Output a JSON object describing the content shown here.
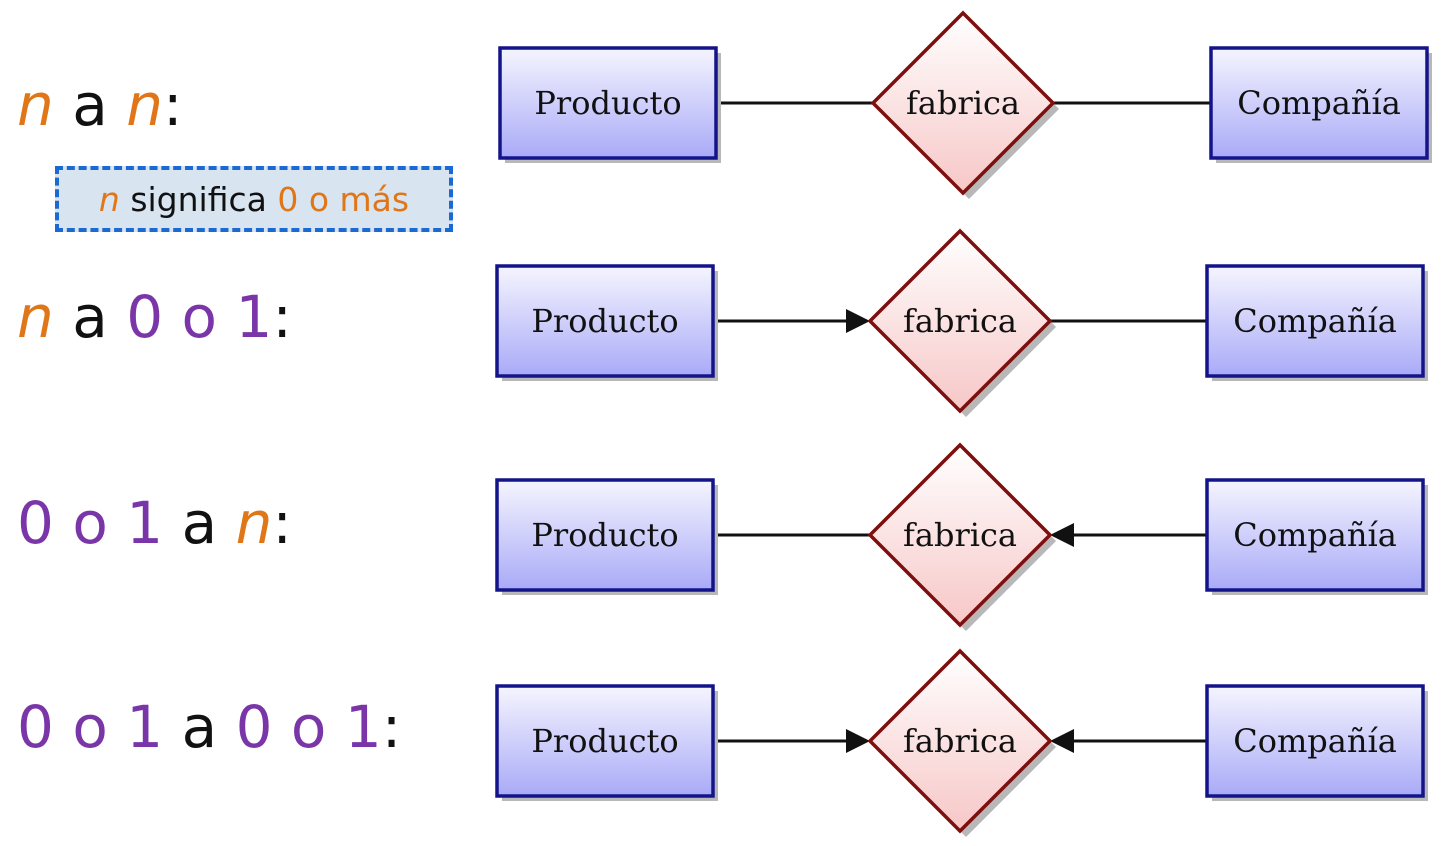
{
  "rows": [
    {
      "label": {
        "left": "n",
        "sep": "a",
        "right": "n",
        "colon": ":"
      },
      "left_style": "orange",
      "right_style": "orange",
      "arrow_to_left_entity": false,
      "arrow_from_right_entity": false
    },
    {
      "label": {
        "left": "n",
        "sep": "a",
        "right": "0 o 1",
        "colon": ":"
      },
      "left_style": "orange",
      "right_style": "purple",
      "arrow_to_left_entity": true,
      "arrow_from_right_entity": false
    },
    {
      "label": {
        "left": "0 o 1",
        "sep": "a",
        "right": "n",
        "colon": ":"
      },
      "left_style": "purple",
      "right_style": "orange",
      "arrow_to_left_entity": false,
      "arrow_from_right_entity": true
    },
    {
      "label": {
        "left": "0 o 1",
        "sep": "a",
        "right": "0 o 1",
        "colon": ":"
      },
      "left_style": "purple",
      "right_style": "purple",
      "arrow_to_left_entity": true,
      "arrow_from_right_entity": true
    }
  ],
  "note": {
    "n": "n",
    "text": "significa",
    "value": "0 o más"
  },
  "entities": {
    "left": "Producto",
    "right": "Compañía"
  },
  "relationship": "fabrica",
  "colors": {
    "orange": "#e07618",
    "purple": "#7a35a8",
    "entity_border": "#14148a",
    "entity_fill_top": "#f5f5ff",
    "entity_fill_bottom": "#a9aaf7",
    "rel_border": "#7d0f0f",
    "rel_fill_top": "#ffffff",
    "rel_fill_bottom": "#f7c7c7",
    "note_border": "#1b6ad3",
    "note_fill": "#d9e4f1"
  }
}
